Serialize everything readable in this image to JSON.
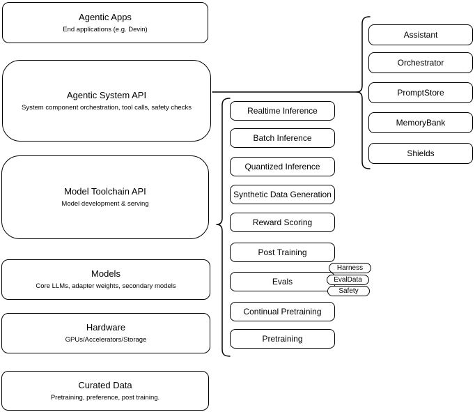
{
  "diagram": {
    "left_stack": [
      {
        "title": "Agentic Apps",
        "subtitle": "End applications (e.g. Devin)"
      },
      {
        "title": "Agentic System API",
        "subtitle": "System component orchestration, tool calls, safety checks"
      },
      {
        "title": "Model Toolchain API",
        "subtitle": "Model development & serving"
      },
      {
        "title": "Models",
        "subtitle": "Core LLMs, adapter weights, secondary models"
      },
      {
        "title": "Hardware",
        "subtitle": "GPUs/Accelerators/Storage"
      },
      {
        "title": "Curated Data",
        "subtitle": "Pretraining, preference, post training."
      }
    ],
    "toolchain_services": [
      {
        "label": "Realtime Inference"
      },
      {
        "label": "Batch Inference"
      },
      {
        "label": "Quantized Inference"
      },
      {
        "label": "Synthetic Data Generation"
      },
      {
        "label": "Reward Scoring"
      },
      {
        "label": "Post Training"
      },
      {
        "label": "Evals"
      },
      {
        "label": "Continual Pretraining"
      },
      {
        "label": "Pretraining"
      }
    ],
    "eval_tags": [
      {
        "label": "Harness"
      },
      {
        "label": "EvalData"
      },
      {
        "label": "Safety"
      }
    ],
    "system_components": [
      {
        "label": "Assistant"
      },
      {
        "label": "Orchestrator"
      },
      {
        "label": "PromptStore"
      },
      {
        "label": "MemoryBank"
      },
      {
        "label": "Shields"
      }
    ],
    "colors": {
      "stroke": "#000000",
      "fill": "#ffffff",
      "background": "#ffffff",
      "text": "#000000"
    }
  }
}
